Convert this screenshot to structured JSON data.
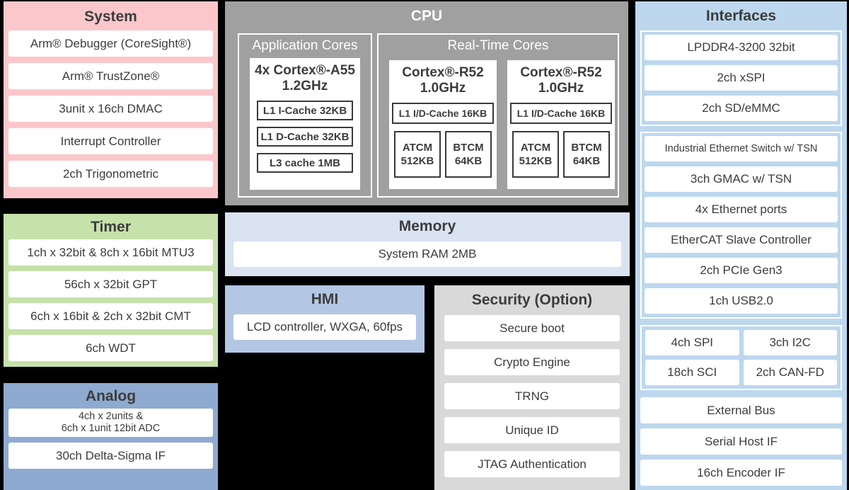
{
  "colors": {
    "background": "#000000",
    "system": "#FBC7CB",
    "timer": "#C7E1AA",
    "analog": "#8FAAD0",
    "cpu": "#A0A0A0",
    "memory": "#DAE3F2",
    "hmi": "#B3C7E5",
    "security": "#D9D9D9",
    "interfaces": "#BDD7EE",
    "text": "#3C3C3C"
  },
  "system": {
    "title": "System",
    "items": [
      "Arm® Debugger (CoreSight®)",
      "Arm® TrustZone®",
      "3unit x 16ch DMAC",
      "Interrupt Controller",
      "2ch Trigonometric"
    ]
  },
  "timer": {
    "title": "Timer",
    "items": [
      "1ch x 32bit & 8ch x 16bit MTU3",
      "56ch x 32bit GPT",
      "6ch x 16bit & 2ch x 32bit CMT",
      "6ch WDT"
    ]
  },
  "analog": {
    "title": "Analog",
    "items": [
      "4ch x 2units &\n6ch x 1unit 12bit ADC",
      "30ch Delta-Sigma IF"
    ]
  },
  "cpu": {
    "title": "CPU",
    "app": {
      "title": "Application Cores",
      "name": "4x Cortex®-A55",
      "freq": "1.2GHz",
      "caches": [
        "L1 I-Cache 32KB",
        "L1 D-Cache 32KB",
        "L3 cache 1MB"
      ]
    },
    "rt": {
      "title": "Real-Time Cores",
      "cores": [
        {
          "name": "Cortex®-R52",
          "freq": "1.0GHz",
          "cache": "L1 I/D-Cache 16KB",
          "tcm_a": "ATCM\n512KB",
          "tcm_b": "BTCM\n64KB"
        },
        {
          "name": "Cortex®-R52",
          "freq": "1.0GHz",
          "cache": "L1 I/D-Cache 16KB",
          "tcm_a": "ATCM\n512KB",
          "tcm_b": "BTCM\n64KB"
        }
      ]
    }
  },
  "memory": {
    "title": "Memory",
    "item": "System RAM 2MB"
  },
  "hmi": {
    "title": "HMI",
    "item": "LCD controller, WXGA, 60fps"
  },
  "security": {
    "title": "Security (Option)",
    "items": [
      "Secure boot",
      "Crypto Engine",
      "TRNG",
      "Unique ID",
      "JTAG Authentication"
    ]
  },
  "interfaces": {
    "title": "Interfaces",
    "group1": [
      "LPDDR4-3200 32bit",
      "2ch xSPI",
      "2ch SD/eMMC"
    ],
    "group2": [
      "Industrial Ethernet Switch w/ TSN",
      "3ch GMAC w/ TSN",
      "4x Ethernet ports",
      "EtherCAT Slave Controller",
      "2ch PCIe Gen3",
      "1ch USB2.0"
    ],
    "grid": [
      "4ch SPI",
      "3ch I2C",
      "18ch SCI",
      "2ch CAN-FD"
    ],
    "loose": [
      "External Bus",
      "Serial Host IF",
      "16ch Encoder IF"
    ]
  }
}
